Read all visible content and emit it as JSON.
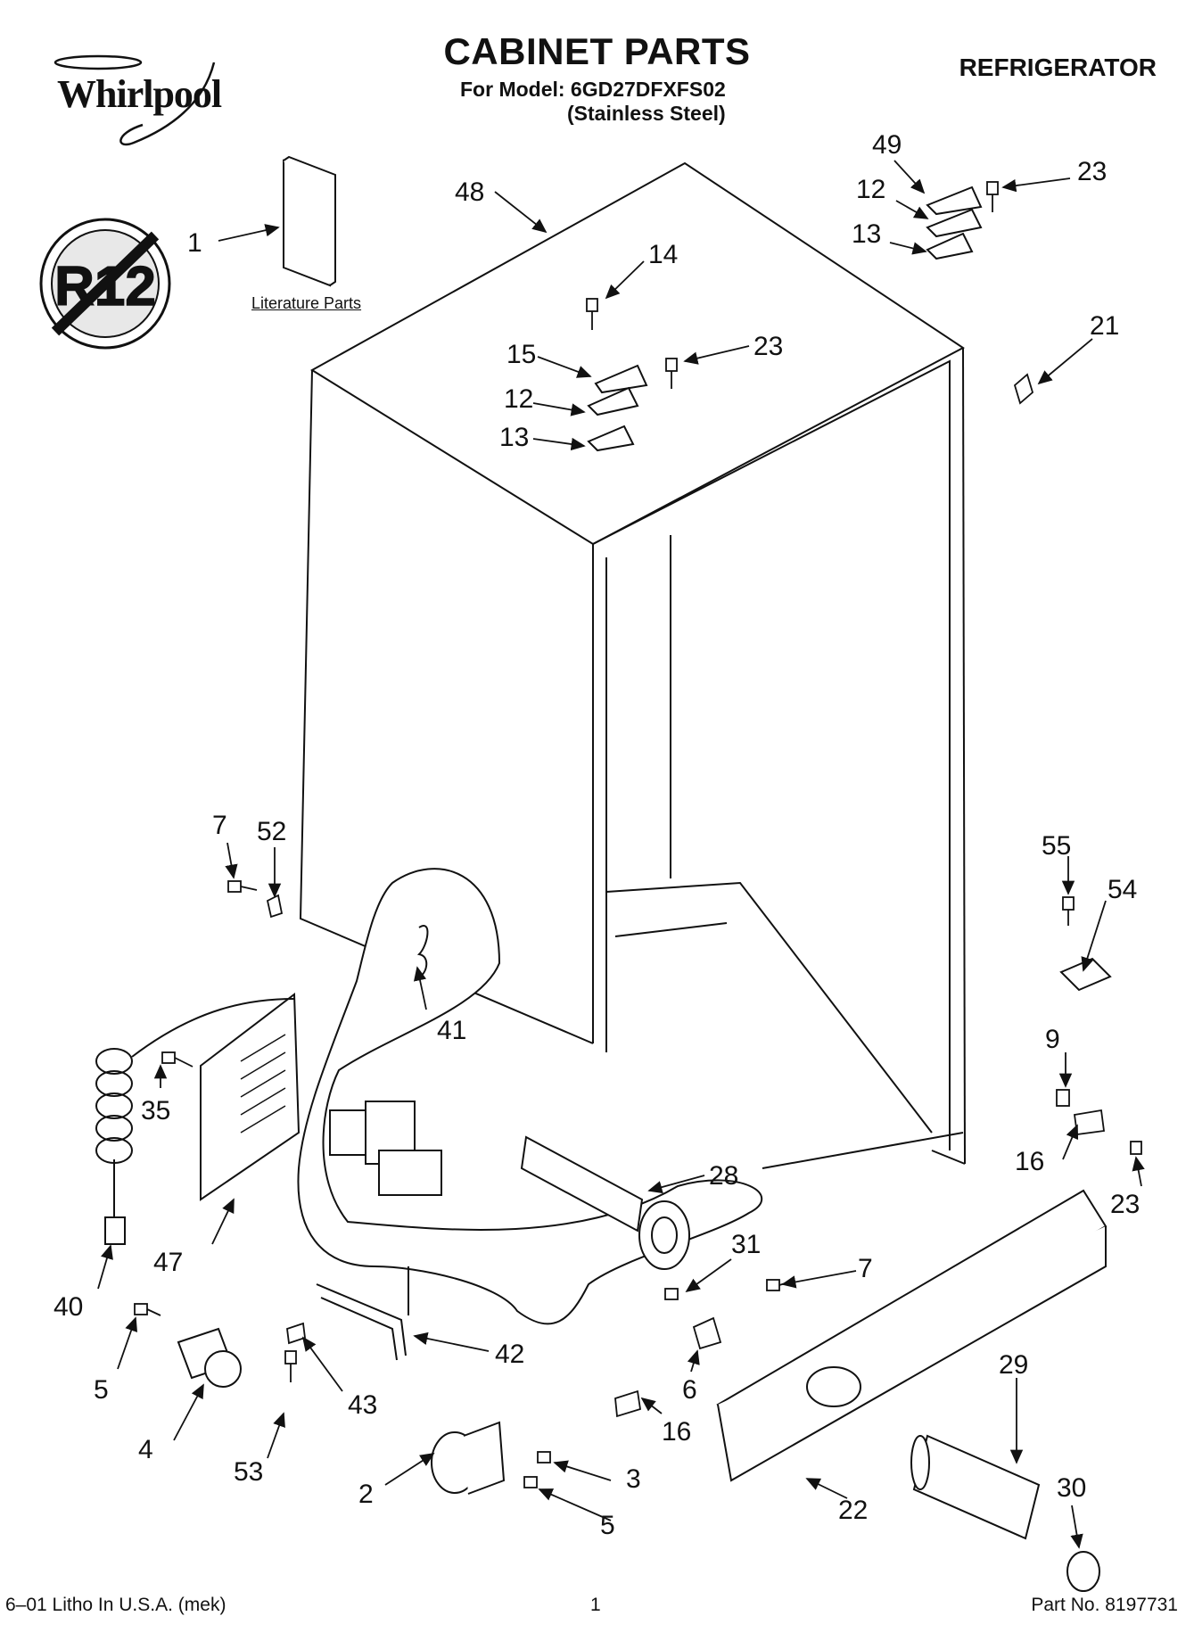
{
  "header": {
    "brand": "Whirlpool",
    "title": "CABINET PARTS",
    "model_line": "For Model: 6GD27DFXFS02",
    "model_variant": "(Stainless Steel)",
    "category": "REFRIGERATOR"
  },
  "badge": {
    "text": "R12"
  },
  "literature_label": "Literature Parts",
  "callouts": {
    "c1": "1",
    "c48": "48",
    "c49": "49",
    "c23a": "23",
    "c12a": "12",
    "c13a": "13",
    "c14": "14",
    "c21": "21",
    "c15": "15",
    "c23b": "23",
    "c12b": "12",
    "c13b": "13",
    "c7a": "7",
    "c52": "52",
    "c55": "55",
    "c54": "54",
    "c41": "41",
    "c9": "9",
    "c35": "35",
    "c16a": "16",
    "c28": "28",
    "c23c": "23",
    "c47": "47",
    "c40": "40",
    "c31": "31",
    "c7b": "7",
    "c42": "42",
    "c5a": "5",
    "c43": "43",
    "c6": "6",
    "c29": "29",
    "c16b": "16",
    "c4": "4",
    "c30": "30",
    "c53": "53",
    "c3": "3",
    "c2": "2",
    "c5b": "5",
    "c22": "22"
  },
  "footer": {
    "left": "6–01 Litho In U.S.A. (mek)",
    "center": "1",
    "right": "Part No. 8197731"
  }
}
